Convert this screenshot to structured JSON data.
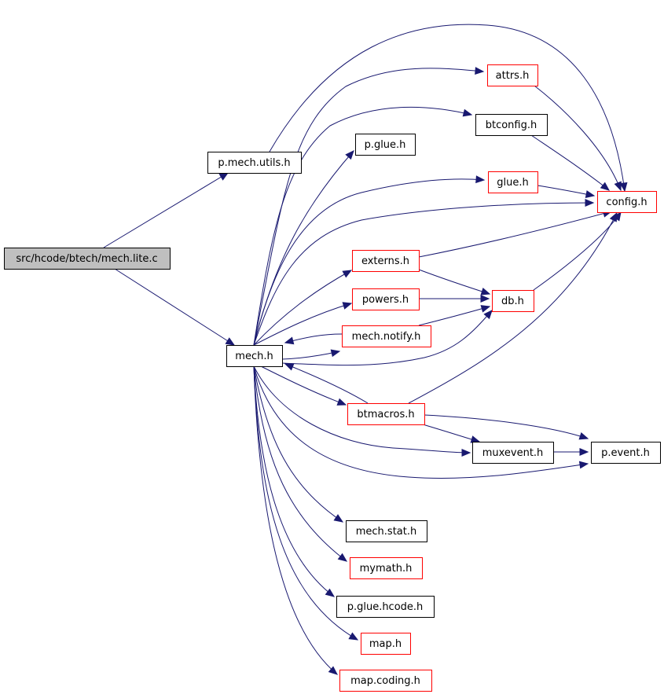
{
  "colors": {
    "edge": "#191970",
    "root_fill": "#bfbfbf",
    "border_documented": "#000000",
    "border_undocumented": "#ff0000",
    "node_fill": "#ffffff"
  },
  "nodes": [
    {
      "id": "root",
      "label": "src/hcode/btech/mech.lite.c",
      "style": "root"
    },
    {
      "id": "pmechutils",
      "label": "p.mech.utils.h",
      "style": "documented"
    },
    {
      "id": "mech",
      "label": "mech.h",
      "style": "documented"
    },
    {
      "id": "attrs",
      "label": "attrs.h",
      "style": "undocumented"
    },
    {
      "id": "btconfig",
      "label": "btconfig.h",
      "style": "documented"
    },
    {
      "id": "pglue",
      "label": "p.glue.h",
      "style": "documented"
    },
    {
      "id": "glue",
      "label": "glue.h",
      "style": "undocumented"
    },
    {
      "id": "config",
      "label": "config.h",
      "style": "undocumented"
    },
    {
      "id": "externs",
      "label": "externs.h",
      "style": "undocumented"
    },
    {
      "id": "powers",
      "label": "powers.h",
      "style": "undocumented"
    },
    {
      "id": "db",
      "label": "db.h",
      "style": "undocumented"
    },
    {
      "id": "mechnotify",
      "label": "mech.notify.h",
      "style": "undocumented"
    },
    {
      "id": "btmacros",
      "label": "btmacros.h",
      "style": "undocumented"
    },
    {
      "id": "muxevent",
      "label": "muxevent.h",
      "style": "documented"
    },
    {
      "id": "pevent",
      "label": "p.event.h",
      "style": "documented"
    },
    {
      "id": "mechstat",
      "label": "mech.stat.h",
      "style": "documented"
    },
    {
      "id": "mymath",
      "label": "mymath.h",
      "style": "undocumented"
    },
    {
      "id": "pgluehcode",
      "label": "p.glue.hcode.h",
      "style": "documented"
    },
    {
      "id": "map",
      "label": "map.h",
      "style": "undocumented"
    },
    {
      "id": "mapcoding",
      "label": "map.coding.h",
      "style": "undocumented"
    }
  ],
  "edges": [
    {
      "from": "root",
      "to": "pmechutils"
    },
    {
      "from": "root",
      "to": "mech"
    },
    {
      "from": "pmechutils",
      "to": "config"
    },
    {
      "from": "mech",
      "to": "attrs"
    },
    {
      "from": "mech",
      "to": "btconfig"
    },
    {
      "from": "mech",
      "to": "pglue"
    },
    {
      "from": "mech",
      "to": "glue"
    },
    {
      "from": "mech",
      "to": "config"
    },
    {
      "from": "mech",
      "to": "externs"
    },
    {
      "from": "mech",
      "to": "powers"
    },
    {
      "from": "mech",
      "to": "mechnotify"
    },
    {
      "from": "mech",
      "to": "db"
    },
    {
      "from": "mech",
      "to": "btmacros"
    },
    {
      "from": "mech",
      "to": "muxevent"
    },
    {
      "from": "mech",
      "to": "pevent"
    },
    {
      "from": "mech",
      "to": "mechstat"
    },
    {
      "from": "mech",
      "to": "mymath"
    },
    {
      "from": "mech",
      "to": "pgluehcode"
    },
    {
      "from": "mech",
      "to": "map"
    },
    {
      "from": "mech",
      "to": "mapcoding"
    },
    {
      "from": "attrs",
      "to": "config"
    },
    {
      "from": "btconfig",
      "to": "config"
    },
    {
      "from": "glue",
      "to": "config"
    },
    {
      "from": "externs",
      "to": "config"
    },
    {
      "from": "externs",
      "to": "db"
    },
    {
      "from": "powers",
      "to": "db"
    },
    {
      "from": "mechnotify",
      "to": "db"
    },
    {
      "from": "mechnotify",
      "to": "mech"
    },
    {
      "from": "db",
      "to": "config"
    },
    {
      "from": "btmacros",
      "to": "mech"
    },
    {
      "from": "btmacros",
      "to": "config"
    },
    {
      "from": "btmacros",
      "to": "muxevent"
    },
    {
      "from": "btmacros",
      "to": "pevent"
    },
    {
      "from": "muxevent",
      "to": "pevent"
    }
  ]
}
